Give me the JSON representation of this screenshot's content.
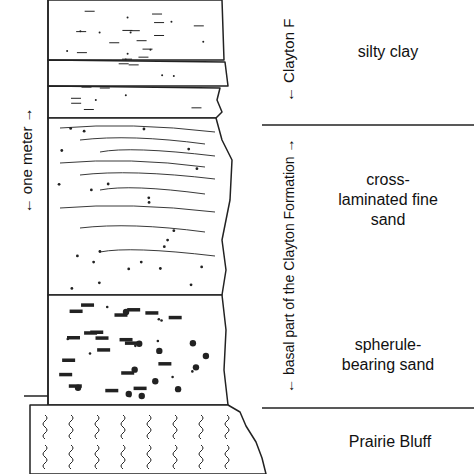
{
  "diagram": {
    "labels": [
      "← Clayton F",
      "silty clay",
      "← one meter →",
      "← basal part of the Clayton Formation →",
      "cross-laminated fine sand",
      "spherule-bearing sand",
      "Prairie Bluff"
    ]
  }
}
